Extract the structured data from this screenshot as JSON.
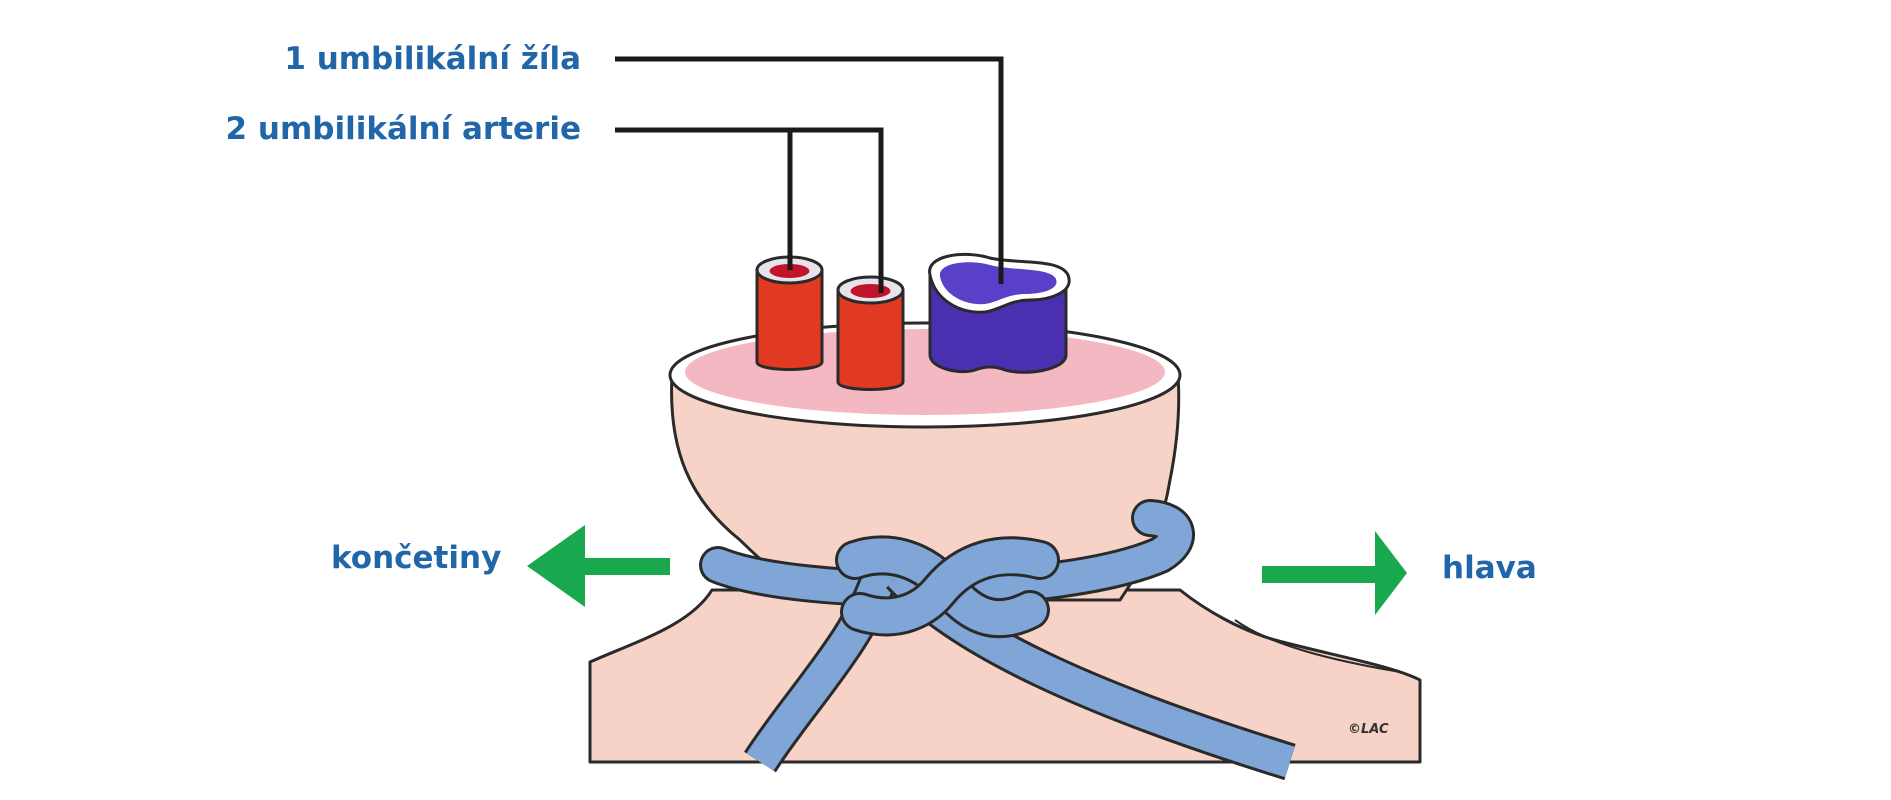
{
  "labels": {
    "vein": "1 umbilikální žíla",
    "arteries": "2 umbilikální arterie",
    "limbs": "končetiny",
    "head": "hlava",
    "signature": "©LAC"
  },
  "colors": {
    "label_text": "#2266aa",
    "arrow": "#1aa84e",
    "artery": "#e23a22",
    "vein": "#4a2fb0",
    "cord_tissue": "#f6d3c6",
    "cut_surface": "#f4b8c2",
    "knot": "#7fa6d6"
  },
  "icons": {
    "left_arrow": "arrow-left-icon",
    "right_arrow": "arrow-right-icon"
  }
}
